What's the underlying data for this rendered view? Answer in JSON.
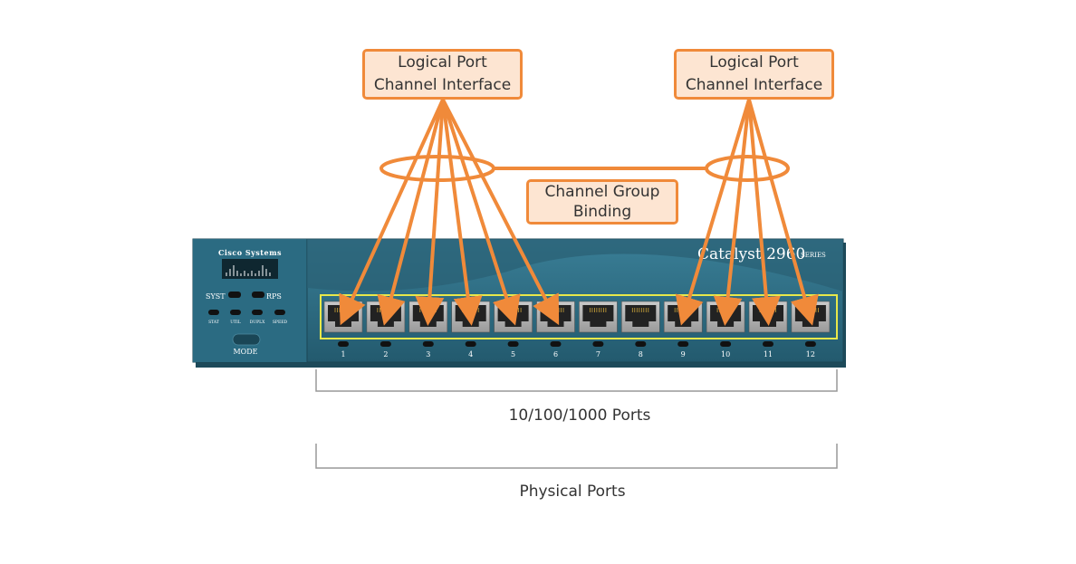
{
  "callouts": {
    "logical_left": {
      "line1": "Logical Port",
      "line2": "Channel Interface"
    },
    "logical_right": {
      "line1": "Logical Port",
      "line2": "Channel Interface"
    },
    "channel_group": {
      "line1": "Channel Group",
      "line2": "Binding"
    }
  },
  "switch": {
    "brand": "Cisco Systems",
    "model": "Catalyst 2960",
    "series": "SERIES",
    "leds": {
      "syst": "SYST",
      "rps": "RPS",
      "stat": "STAT",
      "util": "UTIL",
      "duplx": "DUPLX",
      "speed": "SPEED"
    },
    "mode_label": "MODE",
    "ports": [
      "1",
      "2",
      "3",
      "4",
      "5",
      "6",
      "7",
      "8",
      "9",
      "10",
      "11",
      "12"
    ],
    "left_group_ports": [
      1,
      2,
      3,
      4,
      5,
      6
    ],
    "right_group_ports": [
      9,
      10,
      11,
      12
    ]
  },
  "brackets": {
    "ports_1000": "10/100/1000 Ports",
    "physical": "Physical Ports"
  },
  "colors": {
    "accent_orange": "#f08a3a",
    "callout_fill": "#fde5d2",
    "switch_panel": "#2f6f86",
    "switch_dark": "#235a6e",
    "port_highlight": "#e8e84a"
  }
}
